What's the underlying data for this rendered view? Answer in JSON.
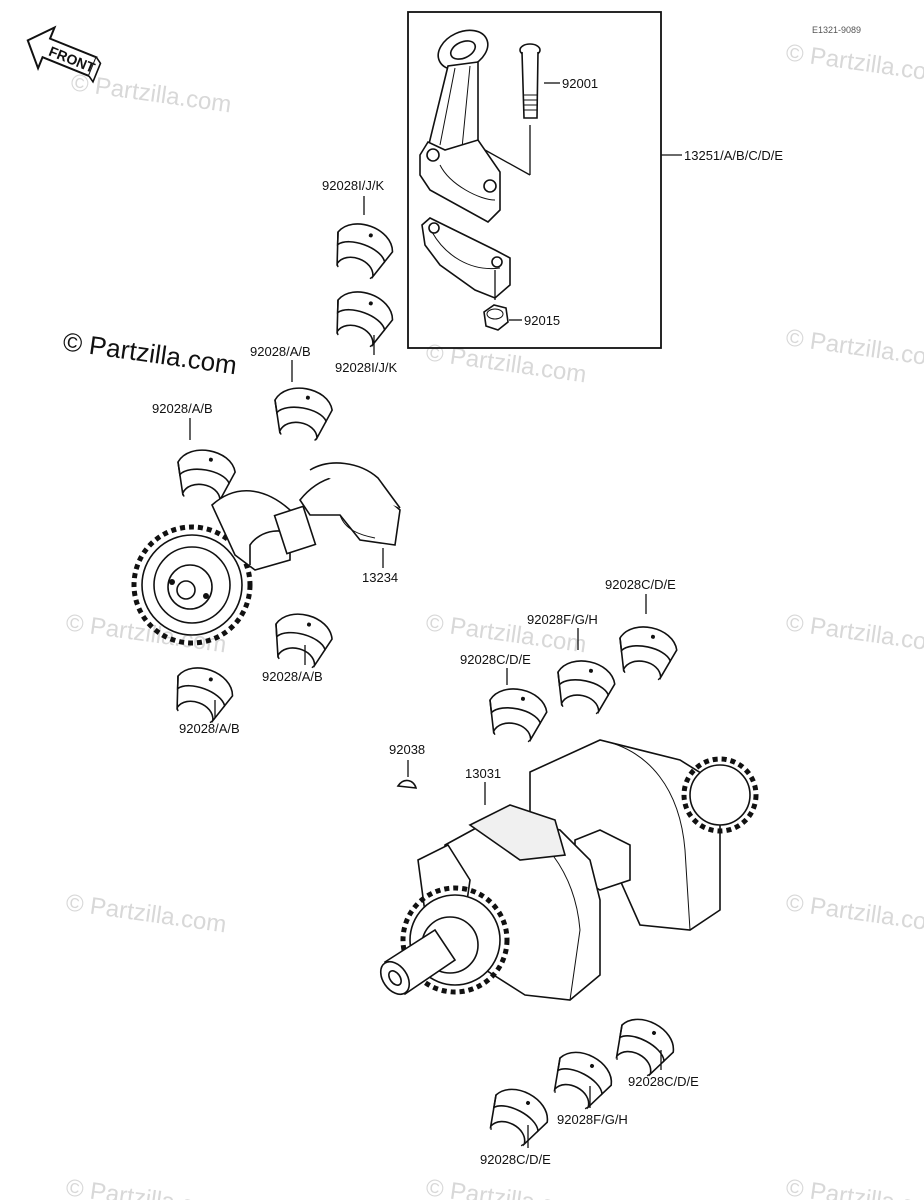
{
  "diagram": {
    "doc_code": "E1321-9089",
    "front_label": "FRONT",
    "watermark_main": "© Partzilla.com",
    "watermark_faint": "© Partzilla.com"
  },
  "labels": {
    "conrod_assy": "13251/A/B/C/D/E",
    "conrod_bolt": "92001",
    "conrod_nut": "92015",
    "bearing_ijk_top": "92028I/J/K",
    "bearing_ijk_bottom": "92028I/J/K",
    "bearing_ab_1": "92028/A/B",
    "bearing_ab_2": "92028/A/B",
    "balancer_shaft": "13234",
    "bearing_ab_3": "92028/A/B",
    "bearing_ab_4": "92028/A/B",
    "bearing_cde_1": "92028C/D/E",
    "bearing_fgh_1": "92028F/G/H",
    "bearing_cde_2": "92028C/D/E",
    "woodruff_key": "92038",
    "crankshaft": "13031",
    "bearing_cde_3": "92028C/D/E",
    "bearing_fgh_2": "92028F/G/H",
    "bearing_cde_4": "92028C/D/E"
  }
}
